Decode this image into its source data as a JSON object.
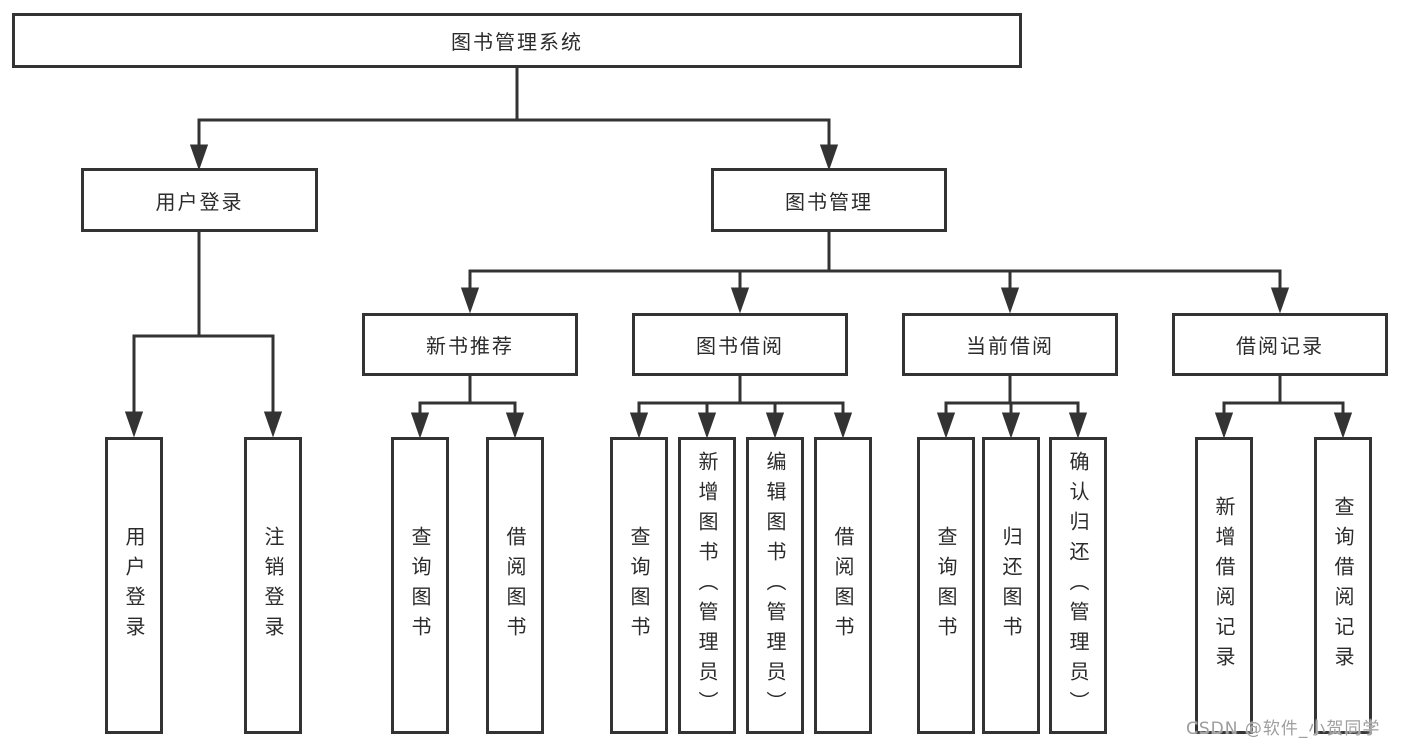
{
  "diagram": {
    "root": {
      "label": "图书管理系统"
    },
    "branches": [
      {
        "label": "用户登录",
        "children": [
          {
            "label": "用户登录"
          },
          {
            "label": "注销登录"
          }
        ]
      },
      {
        "label": "图书管理",
        "children": [
          {
            "label": "新书推荐",
            "children": [
              {
                "label": "查询图书"
              },
              {
                "label": "借阅图书"
              }
            ]
          },
          {
            "label": "图书借阅",
            "children": [
              {
                "label": "查询图书"
              },
              {
                "label": "新增图书（管理员）"
              },
              {
                "label": "编辑图书（管理员）"
              },
              {
                "label": "借阅图书"
              }
            ]
          },
          {
            "label": "当前借阅",
            "children": [
              {
                "label": "查询图书"
              },
              {
                "label": "归还图书"
              },
              {
                "label": "确认归还（管理员）"
              }
            ]
          },
          {
            "label": "借阅记录",
            "children": [
              {
                "label": "新增借阅记录"
              },
              {
                "label": "查询借阅记录"
              }
            ]
          }
        ]
      }
    ]
  },
  "colors": {
    "line": "#333333",
    "text": "#2b2b2b",
    "watermark": "#9e9e9e",
    "background": "#ffffff"
  },
  "watermark": {
    "text": "CSDN @软件_小贺同学"
  }
}
